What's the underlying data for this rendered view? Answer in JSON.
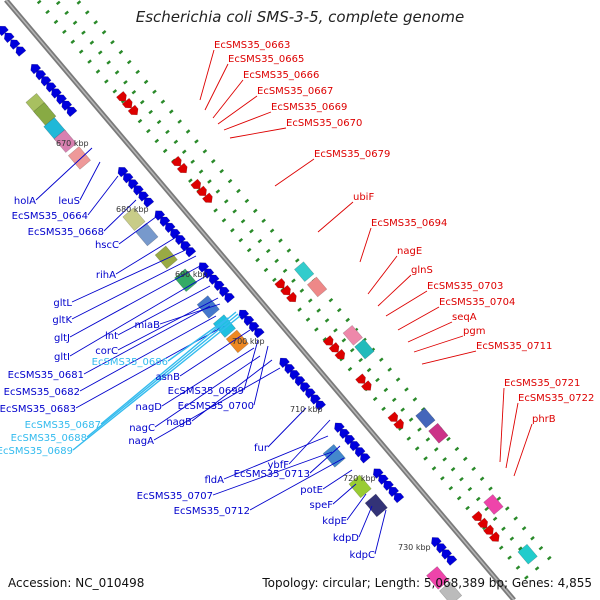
{
  "title": "Escherichia coli SMS-3-5, complete genome",
  "accession": "Accession: NC_010498",
  "summary": "Topology: circular; Length: 5,068,389 bp; Genes: 4,855",
  "colors": {
    "backbone": "#8a8a8a",
    "forward": "#dd0000",
    "reverse": "#0000dd",
    "highlight": "#33bbee",
    "tick": "#228822"
  },
  "scale": [
    "670 kbp",
    "680 kbp",
    "690 kbp",
    "700 kbp",
    "710 kbp",
    "720 kbp",
    "730 kbp"
  ],
  "red_labels": [
    "EcSMS35_0663",
    "EcSMS35_0665",
    "EcSMS35_0666",
    "EcSMS35_0667",
    "EcSMS35_0669",
    "EcSMS35_0670",
    "EcSMS35_0679",
    "ubiF",
    "EcSMS35_0694",
    "nagE",
    "glnS",
    "EcSMS35_0703",
    "EcSMS35_0704",
    "seqA",
    "pgm",
    "EcSMS35_0711",
    "EcSMS35_0721",
    "EcSMS35_0722",
    "phrB"
  ],
  "blue_labels": [
    "holA",
    "leuS",
    "EcSMS35_0664",
    "EcSMS35_0668",
    "hscC",
    "rihA",
    "gltL",
    "gltK",
    "gltJ",
    "gltI",
    "lnt",
    "corC",
    "miaB",
    "EcSMS35_0681",
    "EcSMS35_0682",
    "EcSMS35_0683",
    "asnB",
    "EcSMS35_0699",
    "EcSMS35_0700",
    "nagD",
    "nagC",
    "nagB",
    "nagA",
    "fur",
    "ybfF",
    "fldA",
    "EcSMS35_0713",
    "EcSMS35_0707",
    "EcSMS35_0712",
    "potE",
    "speF",
    "kdpE",
    "kdpD",
    "kdpC"
  ],
  "cyan_labels": [
    "EcSMS35_0686",
    "EcSMS35_0687",
    "EcSMS35_0688",
    "EcSMS35_0689"
  ]
}
